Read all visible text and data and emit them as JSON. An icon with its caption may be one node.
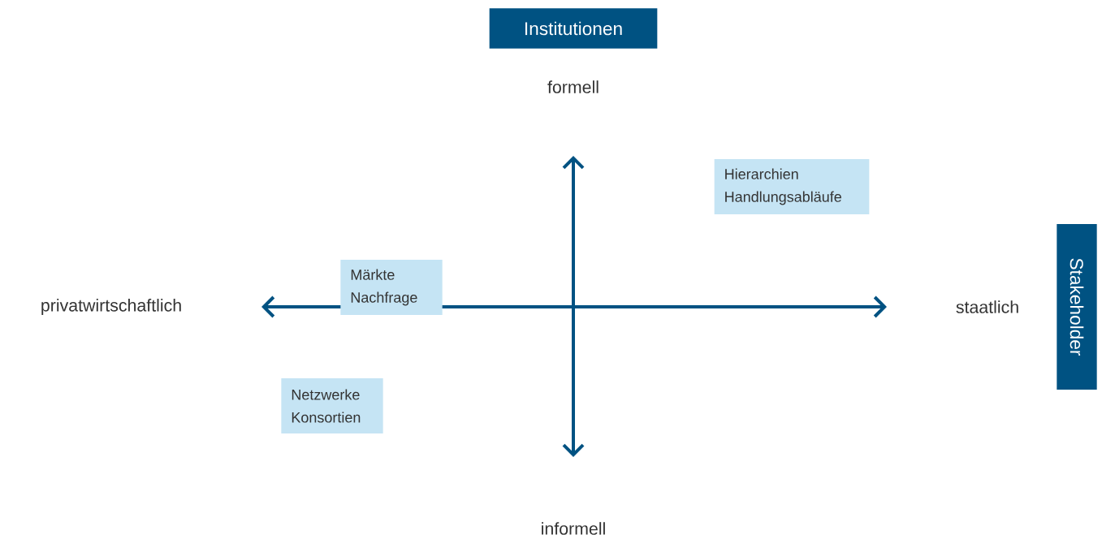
{
  "diagram": {
    "nodes": [
      {
        "text": [
          "Institutionen"
        ]
      },
      {
        "text": [
          "Hierarchien",
          "Handlungsabläufe"
        ]
      },
      {
        "text": [
          "Märkte",
          "Nachfrage"
        ]
      },
      {
        "text": [
          "Stakeholder"
        ]
      },
      {
        "text": [
          "Netzwerke",
          "Konsortien"
        ]
      }
    ],
    "labels": [
      "formell",
      "privatwirtschaftlich",
      "staatlich",
      "informell"
    ]
  }
}
